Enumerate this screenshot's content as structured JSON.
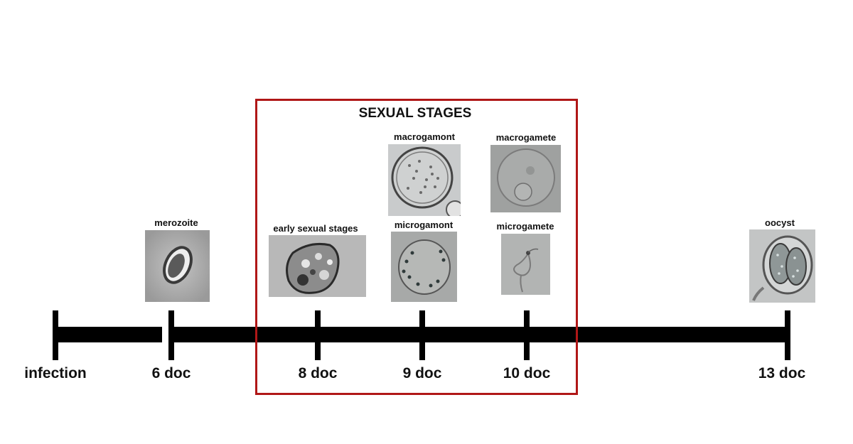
{
  "timeline": {
    "ticks": [
      {
        "label": "infection"
      },
      {
        "label": "6 doc"
      },
      {
        "label": "8 doc"
      },
      {
        "label": "9 doc"
      },
      {
        "label": "10 doc"
      },
      {
        "label": "13 doc"
      }
    ]
  },
  "box": {
    "title": "SEXUAL STAGES",
    "border_color": "#b01717"
  },
  "stages": {
    "merozoite": "merozoite",
    "early_sexual": "early sexual stages",
    "macrogamont": "macrogamont",
    "microgamont": "microgamont",
    "macrogamete": "macrogamete",
    "microgamete": "microgamete",
    "oocyst": "oocyst"
  }
}
